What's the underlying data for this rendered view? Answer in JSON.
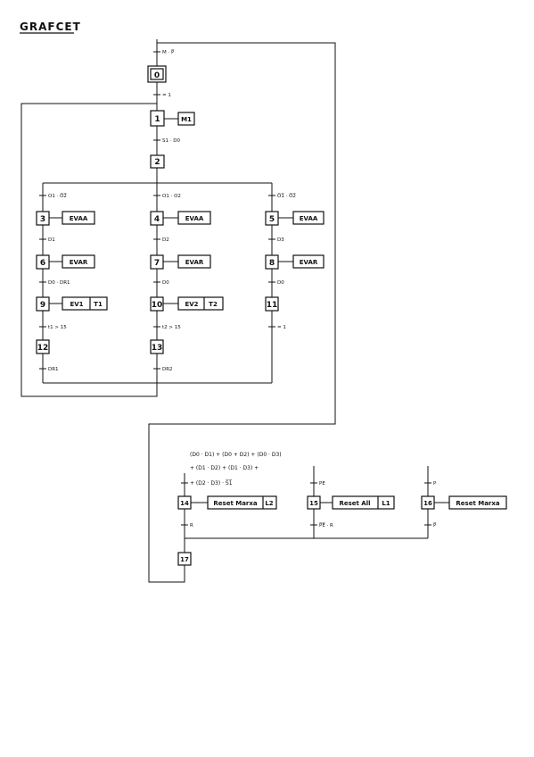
{
  "title": "GRAFCET",
  "steps": {
    "s0": "0",
    "s1": "1",
    "s2": "2",
    "s3": "3",
    "s4": "4",
    "s5": "5",
    "s6": "6",
    "s7": "7",
    "s8": "8",
    "s9": "9",
    "s10": "10",
    "s11": "11",
    "s12": "12",
    "s13": "13",
    "s14": "14",
    "s15": "15",
    "s16": "16",
    "s17": "17"
  },
  "actions": {
    "a1": "M1",
    "a3": "EVAA",
    "a4": "EVAA",
    "a5": "EVAA",
    "a6": "EVAR",
    "a7": "EVAR",
    "a8": "EVAR",
    "a9": "EV1",
    "t9": "T1",
    "a10": "EV2",
    "t10": "T2",
    "a14": "Reset Marxa",
    "l14": "L2",
    "a15": "Reset All",
    "l15": "L1",
    "a16": "Reset Marxa"
  },
  "transitions": {
    "t_in0": "M · P̅",
    "t0_1": "= 1",
    "t1_2": "S1 · D0",
    "t2_3": "O1 · O̅2̅",
    "t2_4": "O1 · O2",
    "t2_5": "O̅1̅ · O̅2̅",
    "t3_6": "D1",
    "t4_7": "D2",
    "t5_8": "D3",
    "t6_9": "D0 · DR1",
    "t7_10": "D0",
    "t8_11": "D0",
    "t9_12": "t1 > 15",
    "t10_13": "t2 > 15",
    "t11_end": "= 1",
    "t12_out": "DR1",
    "t13_out": "DR2",
    "t14_eq1": "(D0 · D1) + (D0 + D2) + (D0 · D3)",
    "t14_eq2": "+ (D1 · D2) + (D1 · D3) +",
    "t14_eq3": "+ (D2 · D3) · S̅1̅",
    "t15_in": "PE",
    "t16_in": "P",
    "t14_17": "R",
    "t15_out": "P̅E̅ · R",
    "t16_out": "P̅"
  }
}
